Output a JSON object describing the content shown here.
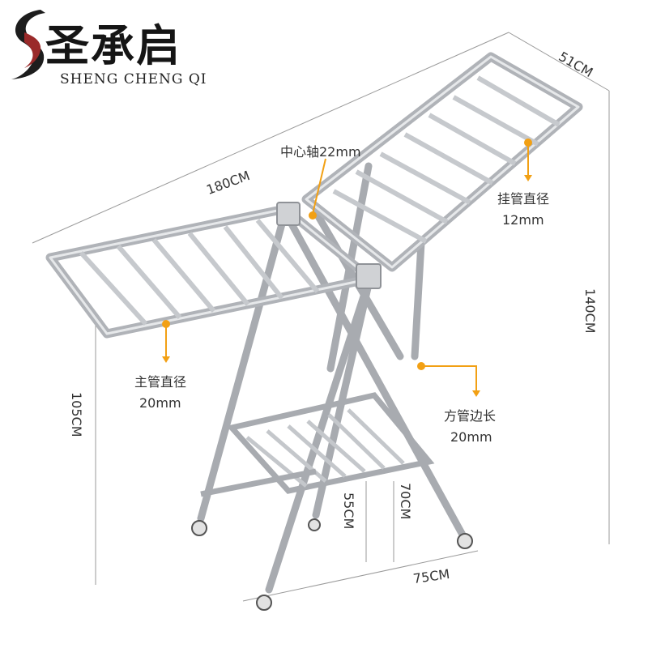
{
  "brand": {
    "name_cn": "圣承启",
    "name_en": "SHENG CHENG QI"
  },
  "dimensions": {
    "length": "180CM",
    "width": "51CM",
    "height_total": "140CM",
    "height_arm": "105CM",
    "base_width": "75CM",
    "shelf_height_1": "55CM",
    "shelf_height_2": "70CM"
  },
  "annotations": {
    "center_axis": "中心轴22mm",
    "hang_tube_title": "挂管直径",
    "hang_tube_value": "12mm",
    "main_tube_title": "主管直径",
    "main_tube_value": "20mm",
    "square_tube_title": "方管边长",
    "square_tube_value": "20mm"
  },
  "colors": {
    "callout": "#f2a014",
    "metal": "#b9bcc1",
    "guide": "#9a9a9a"
  }
}
